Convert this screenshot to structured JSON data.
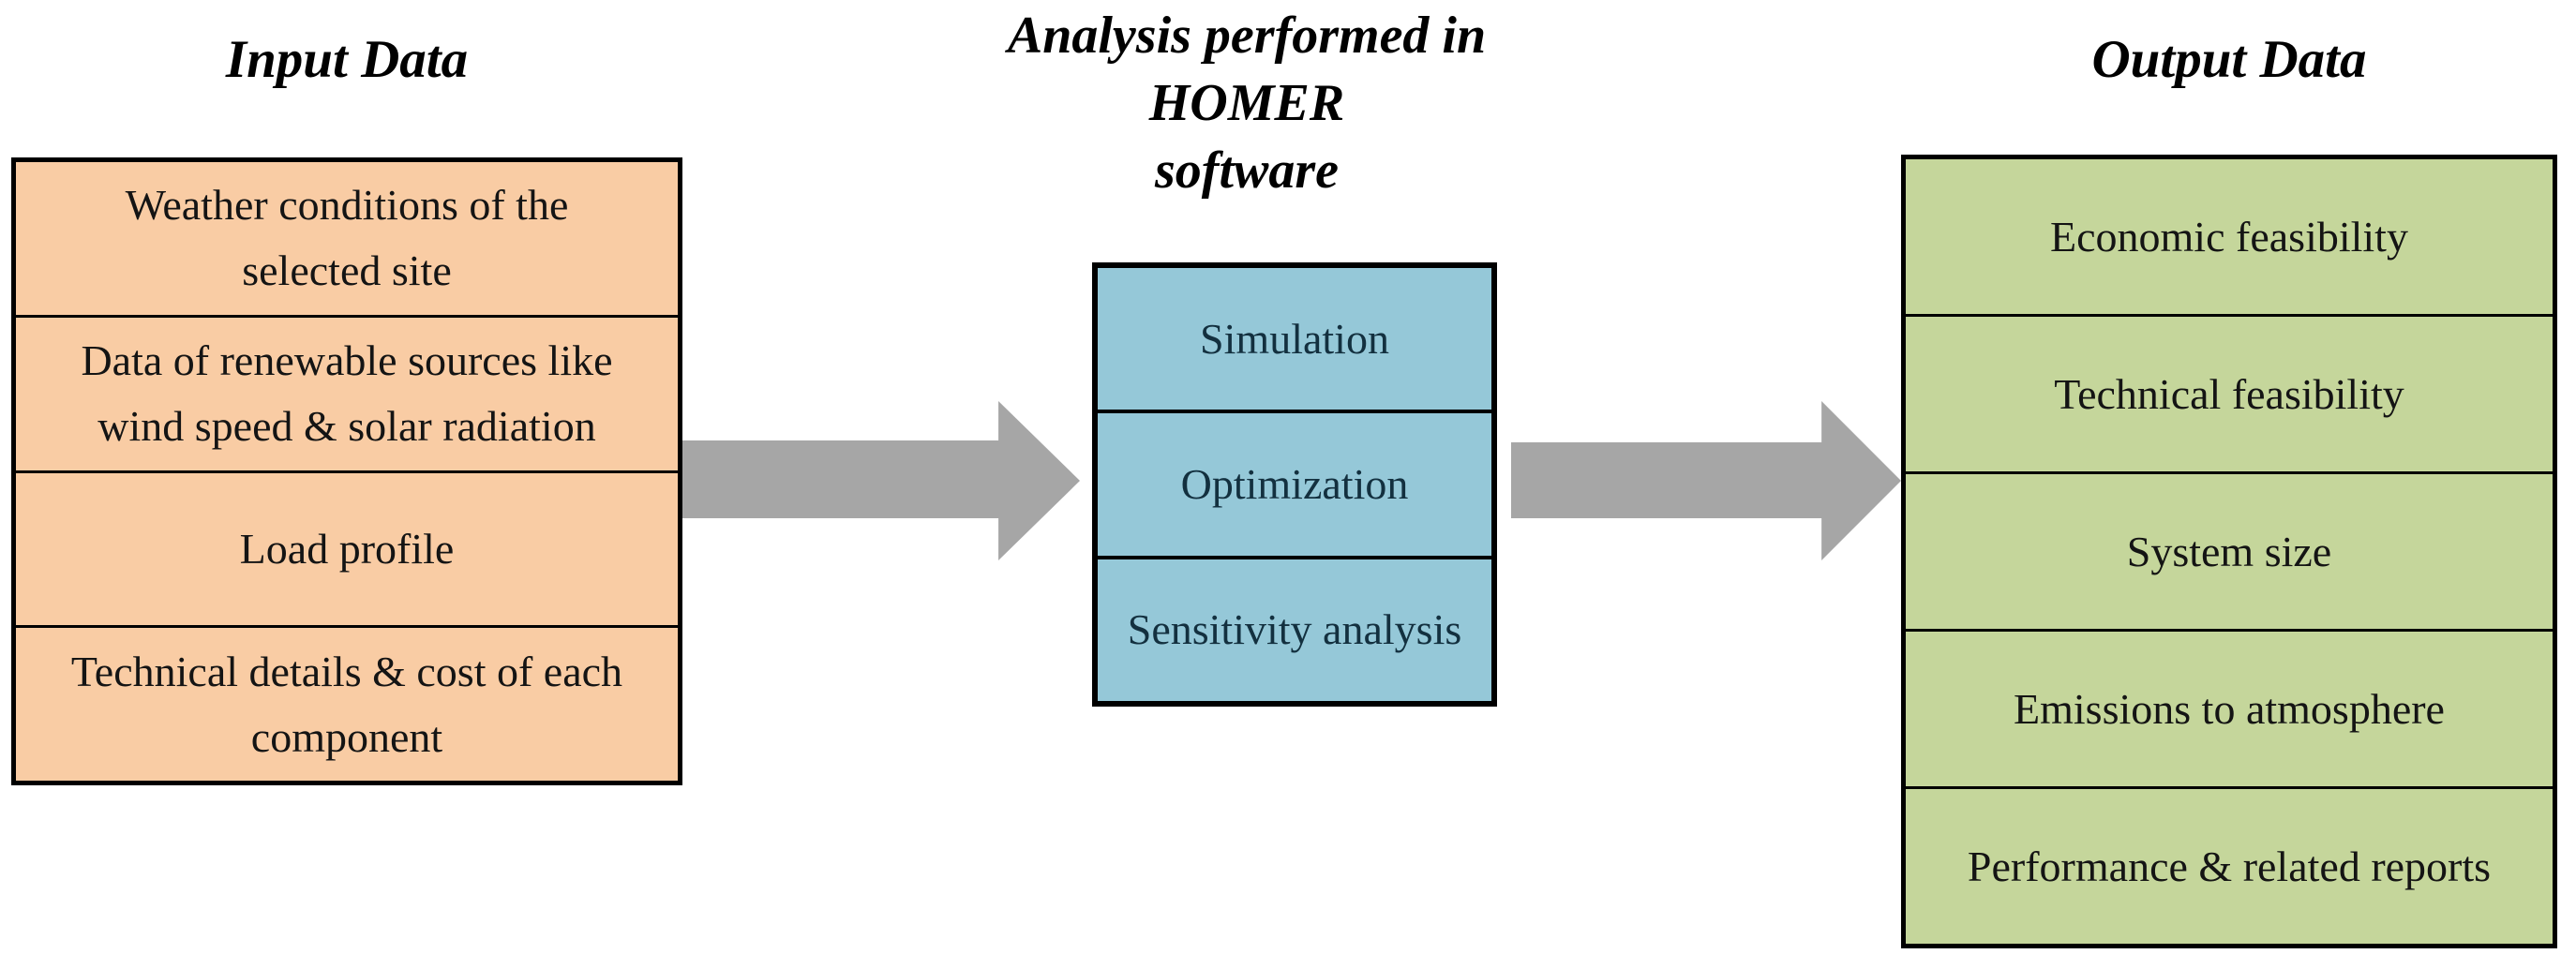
{
  "headings": {
    "input": "Input Data",
    "process": "Analysis performed in HOMER\nsoftware",
    "output": "Output Data"
  },
  "input_box": {
    "rows": [
      "Weather conditions of the\nselected site",
      "Data of renewable sources like\nwind speed & solar radiation",
      "Load profile",
      "Technical details & cost of each\ncomponent"
    ]
  },
  "process_box": {
    "rows": [
      "Simulation",
      "Optimization",
      "Sensitivity analysis"
    ]
  },
  "output_box": {
    "rows": [
      "Economic feasibility",
      "Technical feasibility",
      "System size",
      "Emissions to atmosphere",
      "Performance & related reports"
    ]
  },
  "colors": {
    "input_fill": "#F9CCA4",
    "process_fill": "#95C8D8",
    "output_fill": "#C5D69B",
    "arrow": "#A6A6A6",
    "border": "#000000",
    "heading_text": "#000000",
    "row_text": "#141414",
    "process_text": "#13303F"
  }
}
